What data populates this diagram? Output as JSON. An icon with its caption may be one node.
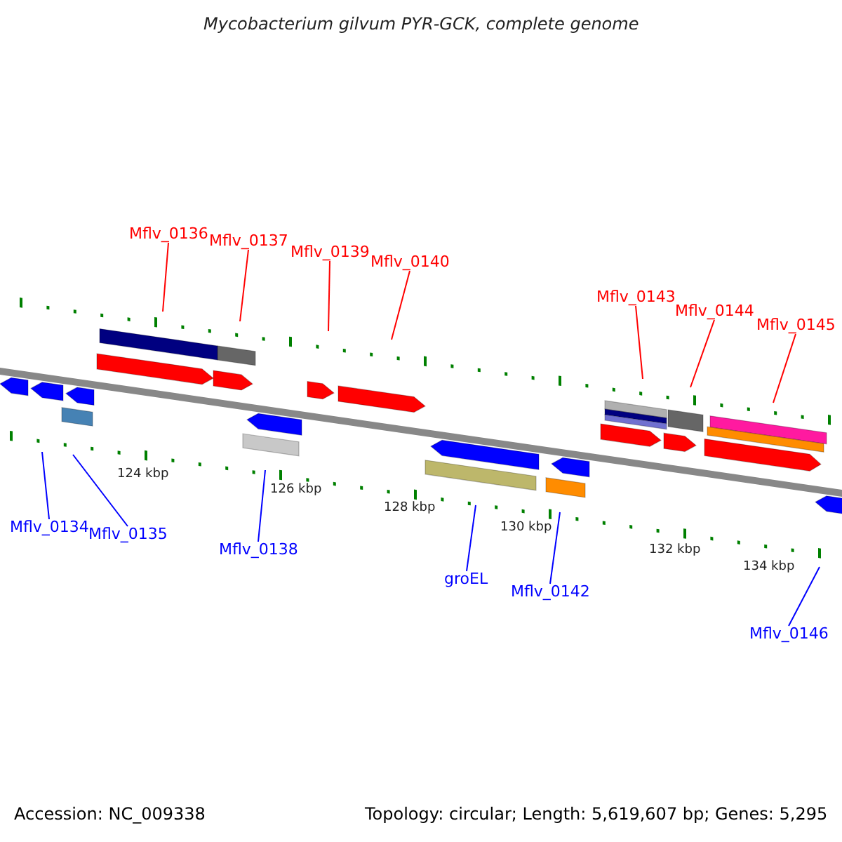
{
  "diagram": {
    "title": "Mycobacterium gilvum PYR-GCK, complete genome",
    "nodes": [
      {
        "text": [
          "Mflv_0136"
        ]
      },
      {
        "text": [
          "Mflv_0137"
        ]
      },
      {
        "text": [
          "Mflv_0139"
        ]
      },
      {
        "text": [
          "Mflv_0140"
        ]
      },
      {
        "text": [
          "Mflv_0143"
        ]
      },
      {
        "text": [
          "Mflv_0144"
        ]
      },
      {
        "text": [
          "Mflv_0145"
        ]
      },
      {
        "text": [
          "Mflv_0134"
        ]
      },
      {
        "text": [
          "Mflv_0135"
        ]
      },
      {
        "text": [
          "Mflv_0138"
        ]
      },
      {
        "text": [
          "groEL"
        ]
      },
      {
        "text": [
          "Mflv_0142"
        ]
      },
      {
        "text": [
          "Mflv_0146"
        ]
      }
    ],
    "edges": [
      {
        "from": 0,
        "to": null,
        "arrow": "none"
      },
      {
        "from": 1,
        "to": null,
        "arrow": "none"
      },
      {
        "from": 2,
        "to": null,
        "arrow": "none"
      },
      {
        "from": 3,
        "to": null,
        "arrow": "none"
      },
      {
        "from": 4,
        "to": null,
        "arrow": "none"
      },
      {
        "from": 5,
        "to": null,
        "arrow": "none"
      },
      {
        "from": 6,
        "to": null,
        "arrow": "none"
      },
      {
        "from": 7,
        "to": null,
        "arrow": "none",
        "color": "#0000ff"
      },
      {
        "from": 8,
        "to": null,
        "arrow": "none",
        "color": "#0000ff"
      },
      {
        "from": 9,
        "to": null,
        "arrow": "none",
        "color": "#0000ff"
      },
      {
        "from": 10,
        "to": null,
        "arrow": "none",
        "color": "#0000ff"
      },
      {
        "from": 11,
        "to": null,
        "arrow": "none",
        "color": "#0000ff"
      },
      {
        "from": 12,
        "to": null,
        "arrow": "none",
        "color": "#0000ff"
      }
    ],
    "labels": [
      "124 kbp",
      "126 kbp",
      "128 kbp",
      "130 kbp",
      "132 kbp",
      "134 kbp",
      "Accession: NC_009338",
      "Topology: circular; Length: 5,619,607 bp; Genes: 5,295"
    ]
  }
}
